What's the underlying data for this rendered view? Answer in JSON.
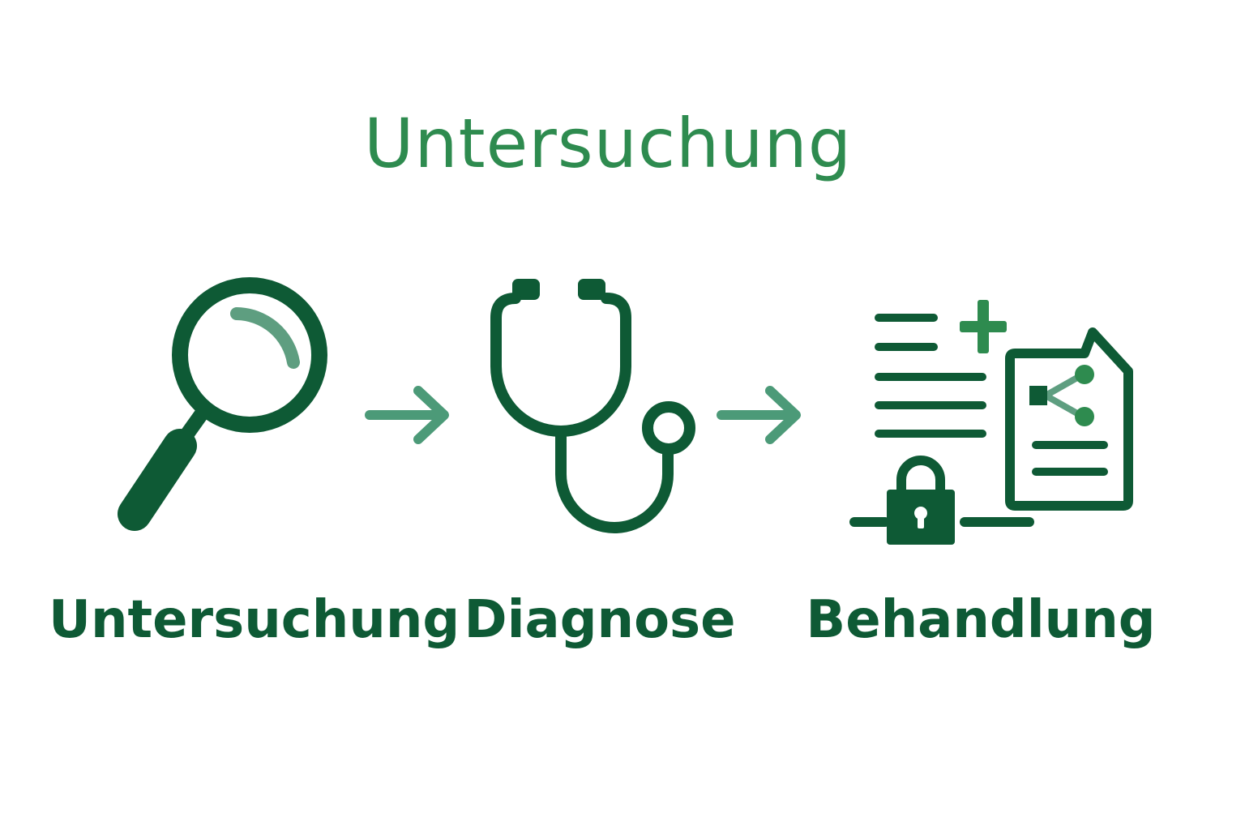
{
  "title": "Untersuchung",
  "steps": [
    {
      "label": "Untersuchung",
      "icon": "magnifying-glass-icon"
    },
    {
      "label": "Diagnose",
      "icon": "stethoscope-icon"
    },
    {
      "label": "Behandlung",
      "icon": "medical-documents-icon"
    }
  ],
  "connectors": [
    "arrow-right-icon",
    "arrow-right-icon"
  ],
  "colors": {
    "title": "#2e8b4f",
    "primary": "#0e5a35",
    "accent": "#2e8b4f",
    "arrow": "#4c9a78",
    "highlight": "#5e9e80"
  }
}
